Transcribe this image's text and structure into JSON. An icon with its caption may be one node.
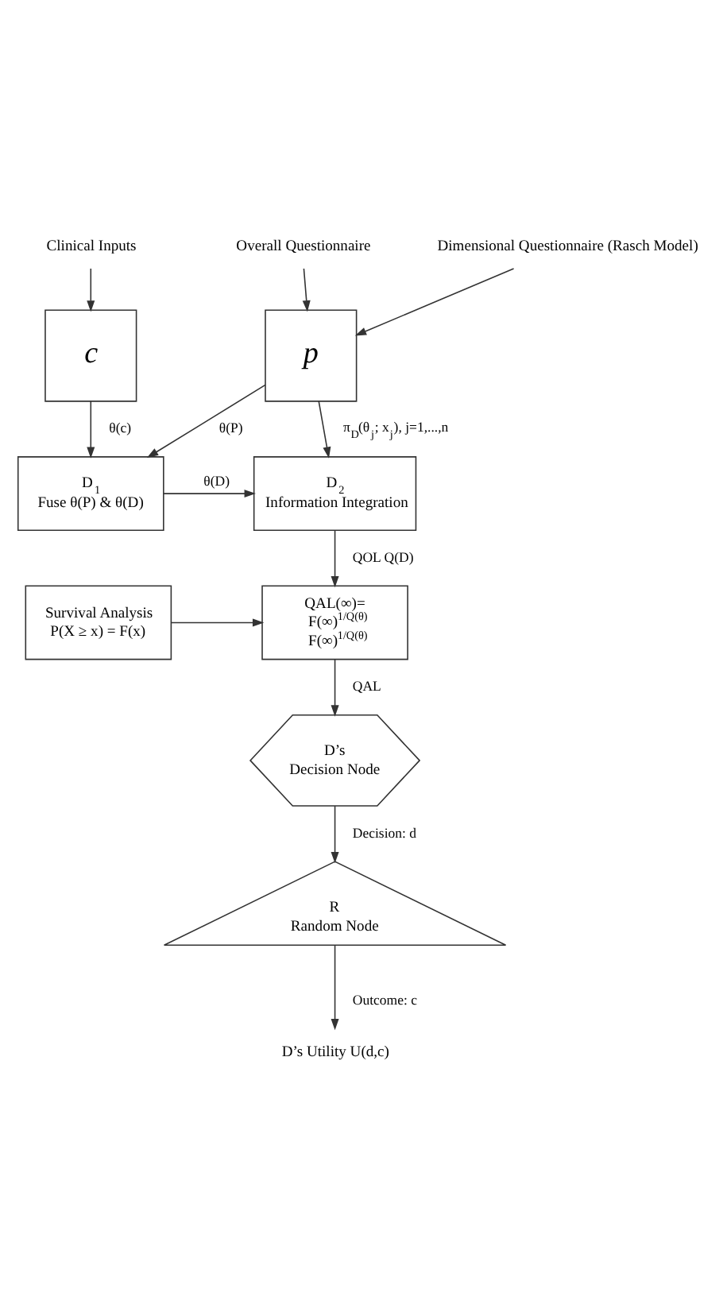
{
  "diagram": {
    "nodes": [
      {
        "text": [
          "Clinical Inputs"
        ]
      },
      {
        "text": [
          "Overall Questionnaire"
        ]
      },
      {
        "text": [
          "Dimensional Questionnaire (Rasch Model)"
        ]
      },
      {
        "text": [
          "c"
        ]
      },
      {
        "text": [
          "p"
        ]
      },
      {
        "text": [
          "D$_{1}$",
          "Fuse θ(P) & θ(D)"
        ]
      },
      {
        "text": [
          "D$_{2}$",
          "Information Integration"
        ]
      },
      {
        "text": [
          "Survival Analysis",
          "P(X ≥ x) = F(x)"
        ]
      },
      {
        "text": [
          "QAL(∞)=",
          "F(∞)$^{1/Q(θ)}$",
          "F(∞)$^{1/Q(θ)}$"
        ]
      },
      {
        "text": [
          "D’s",
          "Decision Node"
        ]
      },
      {
        "text": [
          "R",
          "Random Node"
        ]
      },
      {
        "text": [
          "D’s Utility U(d,c)"
        ]
      }
    ],
    "edges": [
      {
        "from": 0,
        "to": 3,
        "arrow": "to"
      },
      {
        "from": 1,
        "to": 4,
        "arrow": "to"
      },
      {
        "from": 2,
        "to": 4,
        "arrow": "to"
      },
      {
        "from": 3,
        "to": 5,
        "arrow": "to",
        "label": "θ(c)"
      },
      {
        "from": 4,
        "to": 5,
        "arrow": "to",
        "label": "θ(P)"
      },
      {
        "from": 4,
        "to": 6,
        "arrow": "to",
        "label": "π$_{D}$(θ$_{j}$; x$_{j}$), j=1,...,n"
      },
      {
        "from": 5,
        "to": 6,
        "arrow": "to",
        "label": "θ(D)"
      },
      {
        "from": 6,
        "to": 8,
        "arrow": "to",
        "label": "QOL Q(D)"
      },
      {
        "from": 7,
        "to": 8,
        "arrow": "to"
      },
      {
        "from": 8,
        "to": 9,
        "arrow": "to",
        "label": "QAL"
      },
      {
        "from": 9,
        "to": 10,
        "arrow": "to",
        "label": "Decision: d"
      },
      {
        "from": 10,
        "to": 11,
        "arrow": "to",
        "label": "Outcome: c"
      }
    ]
  }
}
